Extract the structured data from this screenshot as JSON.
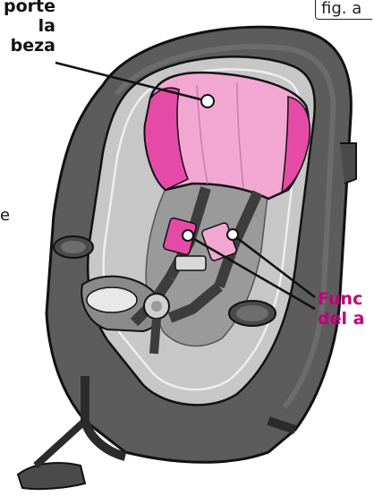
{
  "labels": {
    "head_support_line1": "porte",
    "head_support_line2": "la",
    "head_support_line3": "beza",
    "strap_function_line1": "Func",
    "strap_function_line2": "del a",
    "side_fragment": "e"
  },
  "figure_tag": "fig. a",
  "colors": {
    "seat_dark": "#5c5c5c",
    "seat_mid": "#8a8a8a",
    "seat_light": "#c7c7c7",
    "pad_pink": "#f2a7d2",
    "pad_hot_pink": "#e64aa7",
    "outline": "#111111"
  }
}
